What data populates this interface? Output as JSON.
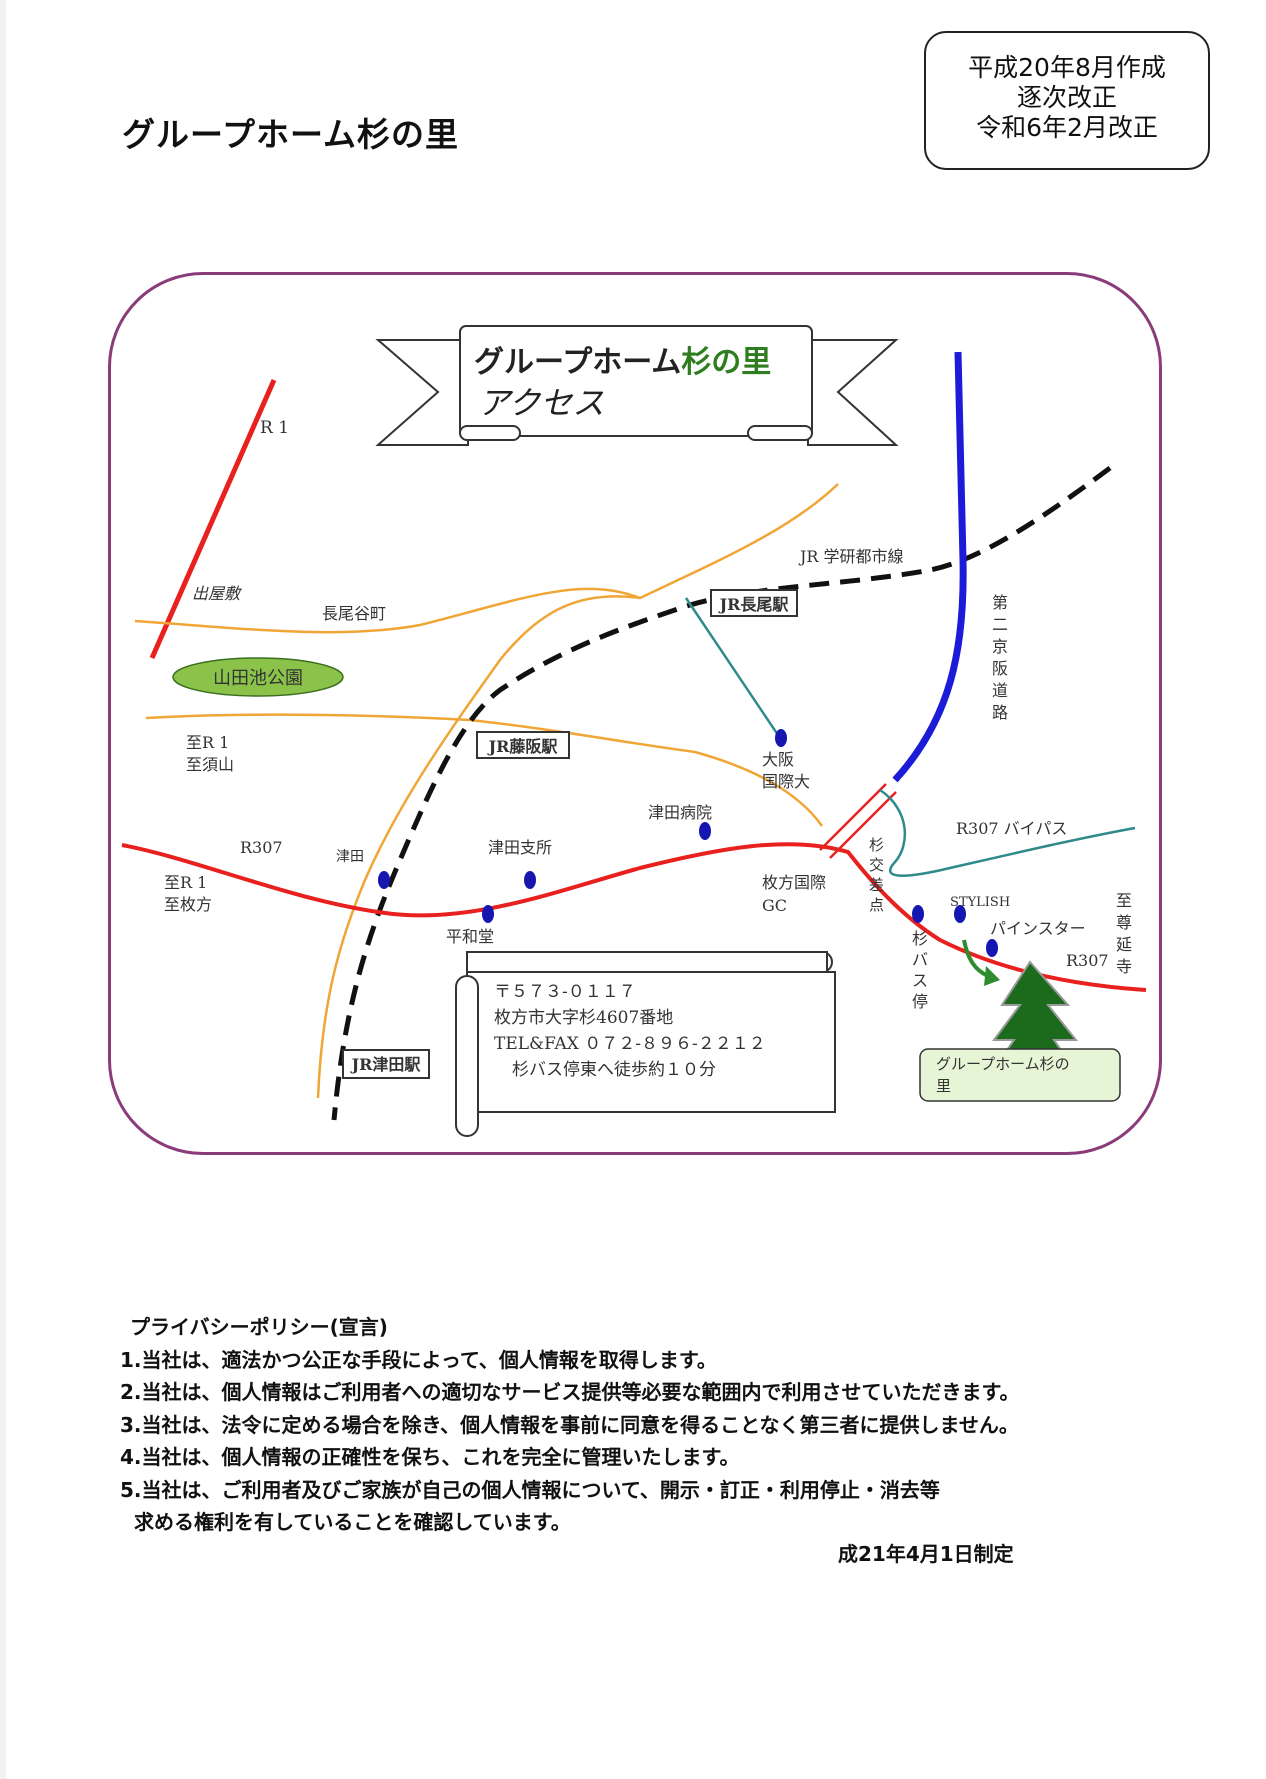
{
  "header": {
    "title": "グループホーム杉の里",
    "revision_lines": [
      "平成20年8月作成",
      "逐次改正",
      "令和6年2月改正"
    ]
  },
  "map": {
    "banner": {
      "title_part1": "グループホーム",
      "title_part2": "杉の里",
      "subtitle": "アクセス"
    },
    "labels": {
      "r1_top": "R 1",
      "demyashiki": "出屋敷",
      "nagaodanicho": "長尾谷町",
      "park": "山田池公園",
      "to_r1_left": "至R 1",
      "to_suyama": "至須山",
      "jr_fujisaka": "JR藤阪駅",
      "jr_nagao": "JR長尾駅",
      "jr_line": "JR 学研都市線",
      "daini_keihan": "第二京阪道路",
      "osaka_kokusai": [
        "大阪",
        "国際大"
      ],
      "tsuda_hospital": "津田病院",
      "tsuda_branch": "津田支所",
      "tsuda": "津田",
      "r307_left": "R307",
      "to_r1_bottom": "至R 1",
      "to_hirakata": "至枚方",
      "heiwado": "平和堂",
      "hirakata_gc": [
        "枚方国際",
        "GC"
      ],
      "sugi_crossing": "杉交差点",
      "r307_bypass": "R307 バイパス",
      "stylish": "STYLISH",
      "painstar": "パインスター",
      "sugi_bus_stop": "杉バス停",
      "r307_right": "R307",
      "to_sonenji": "至尊延寺",
      "jr_tsuda": "JR津田駅",
      "destination": [
        "グループホーム杉の",
        "里"
      ]
    },
    "address": {
      "postal": "〒５７３-０１１７",
      "location": "枚方市大字杉4607番地",
      "tel": "TEL&FAX ０７２-８９６-２２１２",
      "access": "杉バス停東へ徒歩約１０分"
    },
    "colors": {
      "frame": "#8a3b7a",
      "r1": "#e8201e",
      "r307": "#e8201e",
      "local_road": "#f0a535",
      "jr_line": "#111111",
      "expressway": "#1c1cd8",
      "bypass": "#2f8a8a",
      "park_fill": "#8bc34a",
      "tree": "#1c6b1c",
      "bus_stop": "#1616b0"
    }
  },
  "privacy": {
    "heading": "プライバシーポリシー(宣言)",
    "items": [
      "1.当社は、適法かつ公正な手段によって、個人情報を取得します。",
      "2.当社は、個人情報はご利用者への適切なサービス提供等必要な範囲内で利用させていただきます。",
      "3.当社は、法令に定める場合を除き、個人情報を事前に同意を得ることなく第三者に提供しません。",
      "4.当社は、個人情報の正確性を保ち、これを完全に管理いたします。",
      "5.当社は、ご利用者及びご家族が自己の個人情報について、開示・訂正・利用停止・消去等"
    ],
    "item5_cont": "求める権利を有していることを確認しています。",
    "enacted": "成21年4月1日制定"
  }
}
